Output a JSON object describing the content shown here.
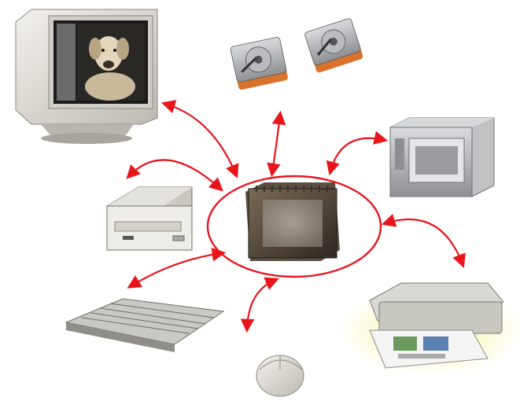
{
  "diagram": {
    "hub": {
      "name": "processor-chip",
      "ring_color": "#e8151b"
    },
    "arrow_color": "#e8151b",
    "devices": [
      {
        "name": "crt-monitor",
        "icon": "monitor-icon",
        "screen_content": "dog-photo"
      },
      {
        "name": "hard-drives",
        "icon": "hard-disk-icon",
        "count": 2
      },
      {
        "name": "tape-drive",
        "icon": "tape-drive-icon"
      },
      {
        "name": "optical-drive",
        "icon": "cd-drive-icon"
      },
      {
        "name": "inkjet-printer",
        "icon": "printer-icon"
      },
      {
        "name": "keyboard",
        "icon": "keyboard-icon"
      },
      {
        "name": "mouse",
        "icon": "mouse-icon"
      }
    ],
    "connections": [
      {
        "from": "processor-chip",
        "to": "crt-monitor",
        "direction": "bidirectional"
      },
      {
        "from": "processor-chip",
        "to": "hard-drives",
        "direction": "bidirectional"
      },
      {
        "from": "processor-chip",
        "to": "tape-drive",
        "direction": "bidirectional"
      },
      {
        "from": "processor-chip",
        "to": "optical-drive",
        "direction": "bidirectional"
      },
      {
        "from": "processor-chip",
        "to": "inkjet-printer",
        "direction": "bidirectional"
      },
      {
        "from": "processor-chip",
        "to": "keyboard",
        "direction": "bidirectional"
      },
      {
        "from": "processor-chip",
        "to": "mouse",
        "direction": "bidirectional"
      }
    ]
  }
}
